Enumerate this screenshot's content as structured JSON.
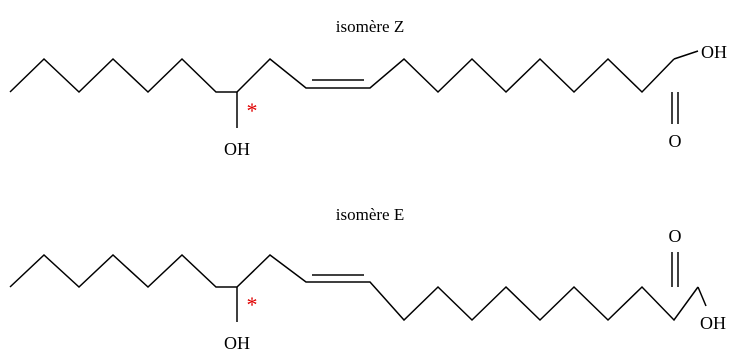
{
  "isomers": [
    {
      "title": "isomère Z",
      "hydroxyl_label": "OH",
      "stereocenter_mark": "*",
      "acid_oh_label": "OH",
      "acid_o_label": "O"
    },
    {
      "title": "isomère E",
      "hydroxyl_label": "OH",
      "stereocenter_mark": "*",
      "acid_oh_label": "OH",
      "acid_o_label": "O"
    }
  ],
  "colors": {
    "bond": "#000000",
    "stereocenter": "#e00000"
  }
}
